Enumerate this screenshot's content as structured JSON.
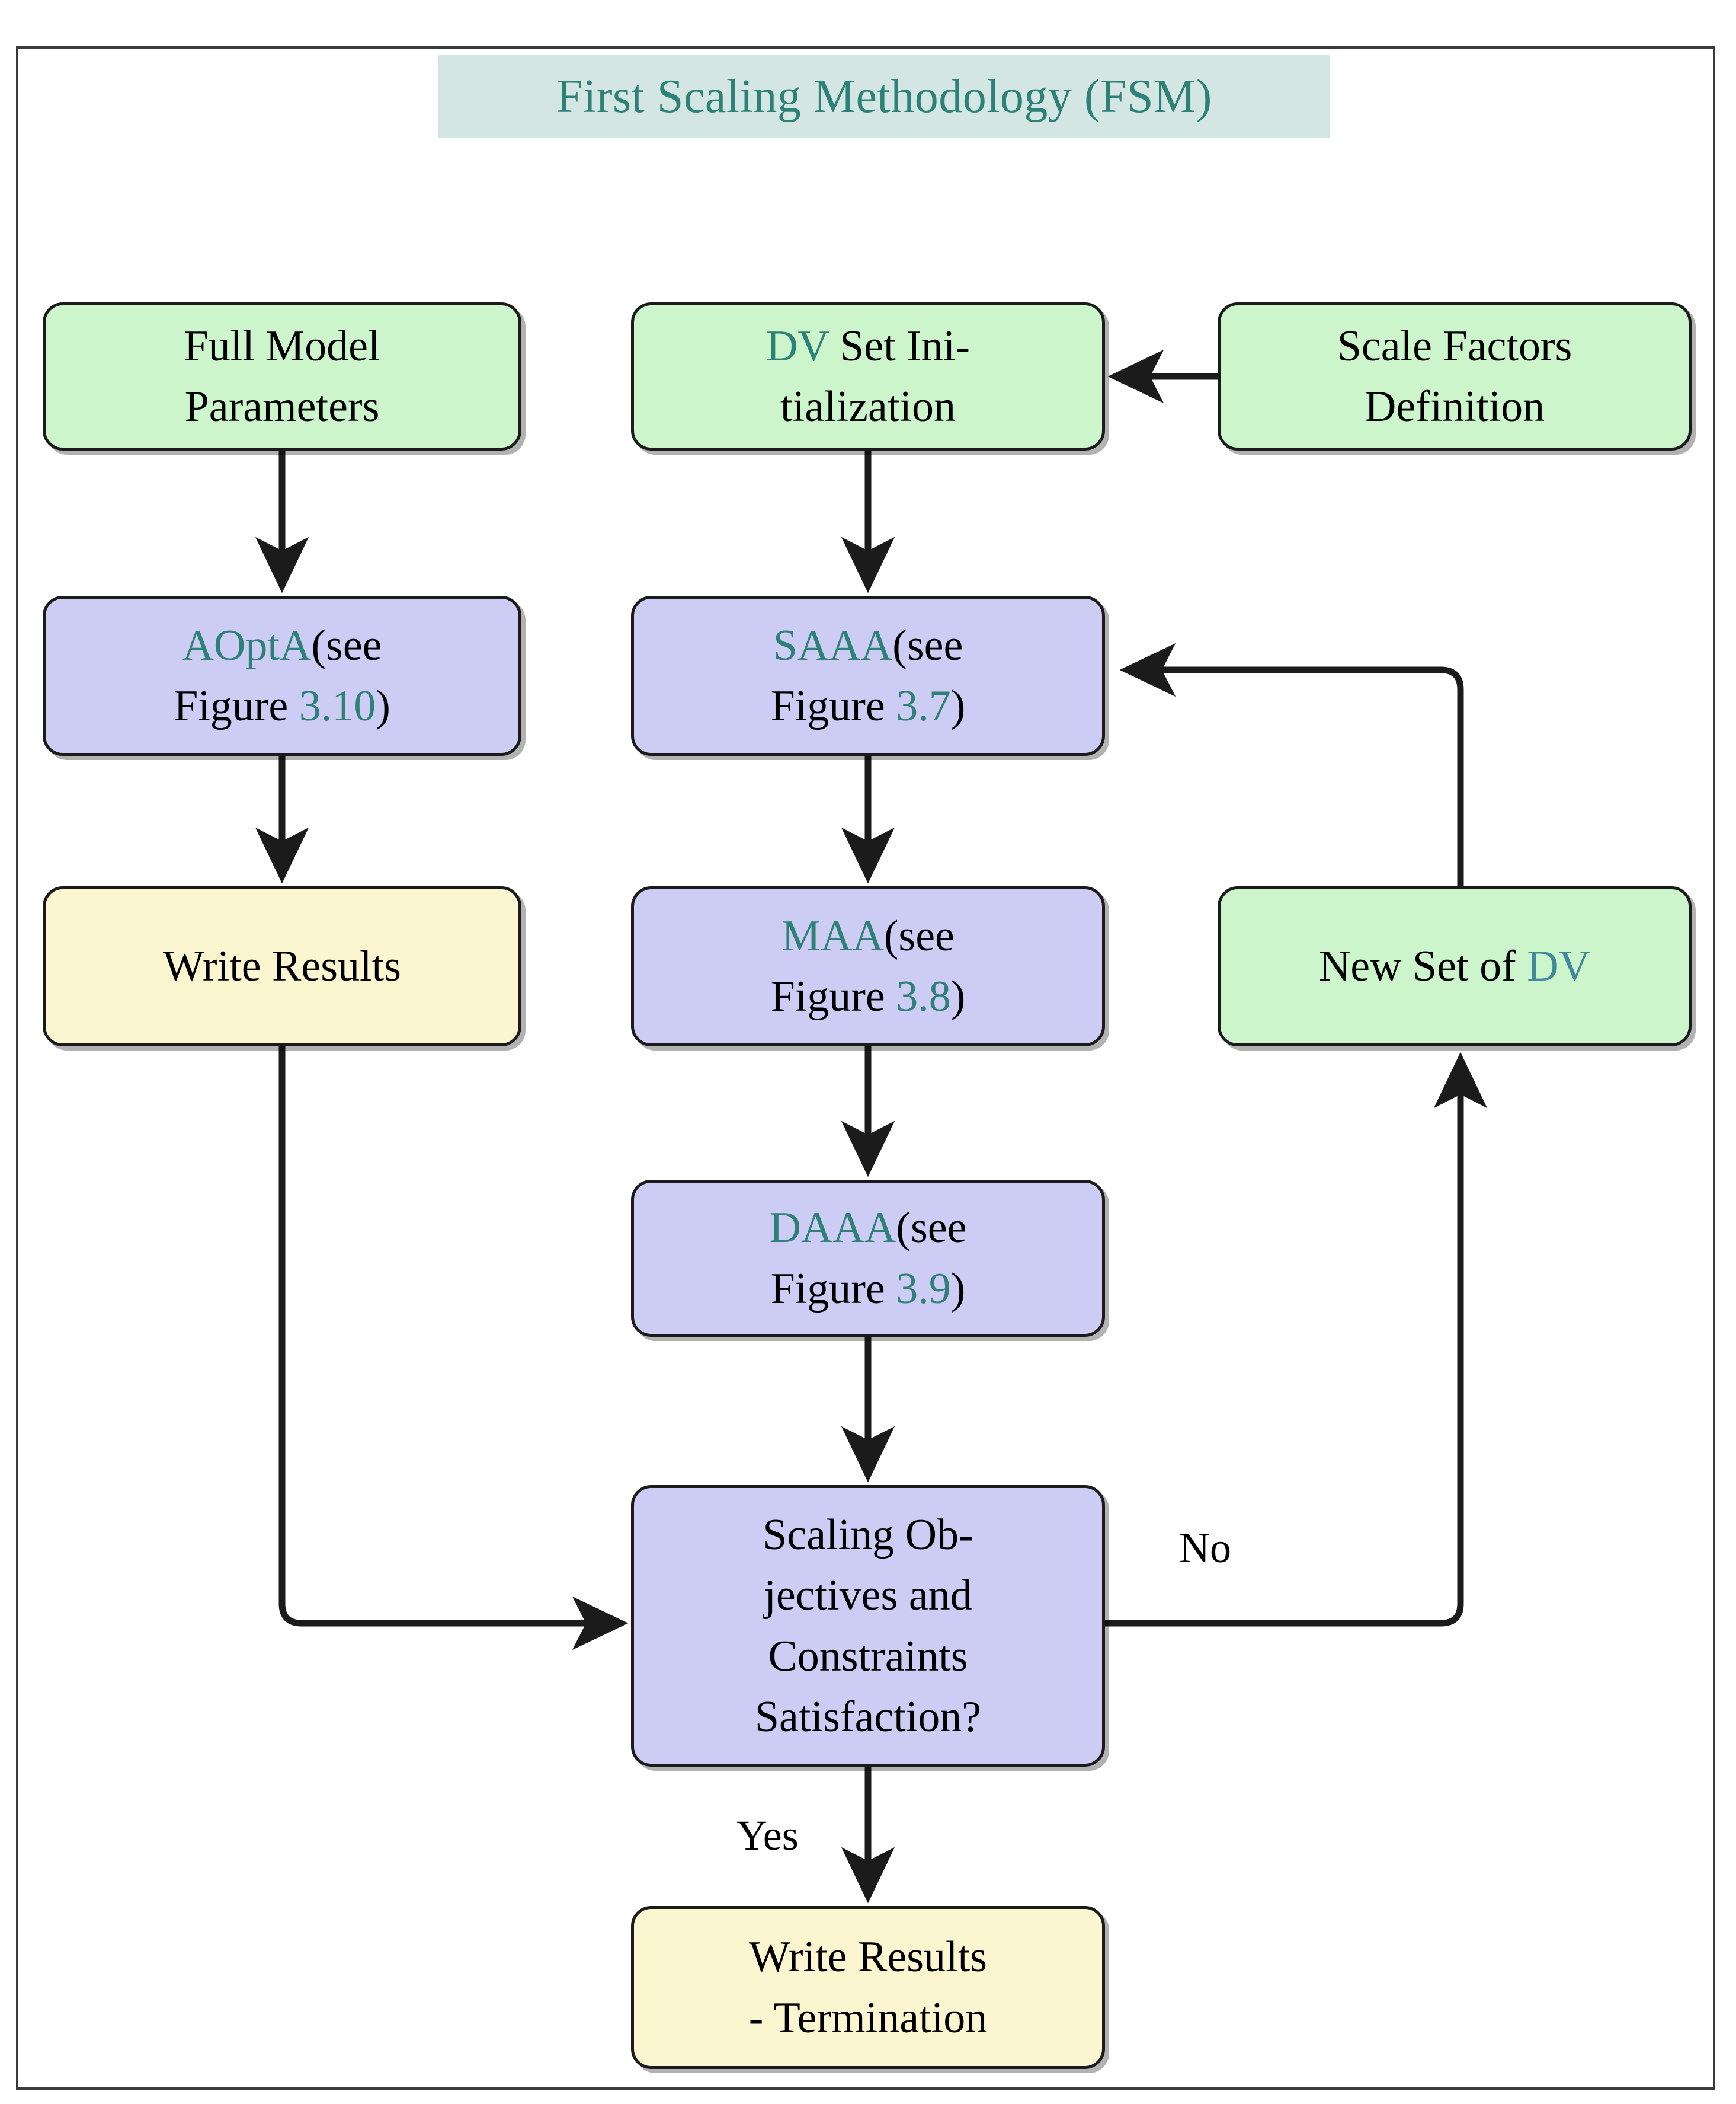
{
  "diagram": {
    "title": "First Scaling Methodology (FSM)",
    "type": "flowchart",
    "colors": {
      "accent_teal": "#2e8176",
      "accent_blue_teal": "#3f8a9c",
      "title_background": "#d3e6e4",
      "input_node": "#ccf5cc",
      "process_node": "#ccccf5",
      "output_node": "#fbf6d0",
      "stroke": "#1b1b1b"
    },
    "nodes": {
      "full_model_parameters": {
        "line1": "Full Model",
        "line2": "Parameters",
        "kind": "input"
      },
      "dv_set_initialization": {
        "line1_accent": "DV",
        "line1_rest": " Set Ini-",
        "line2": "tialization",
        "kind": "input"
      },
      "scale_factors_definition": {
        "line1": "Scale Factors",
        "line2": "Definition",
        "kind": "input"
      },
      "aopta": {
        "name": "AOptA",
        "see": "(see",
        "figure_word": "Figure ",
        "figure_num": "3.10",
        "close": ")",
        "kind": "process"
      },
      "saaa": {
        "name": "SAAA",
        "see": "(see",
        "figure_word": "Figure ",
        "figure_num": "3.7",
        "close": ")",
        "kind": "process"
      },
      "maa": {
        "name": "MAA",
        "see": "(see",
        "figure_word": "Figure ",
        "figure_num": "3.8",
        "close": ")",
        "kind": "process"
      },
      "daaa": {
        "name": "DAAA",
        "see": "(see",
        "figure_word": "Figure ",
        "figure_num": "3.9",
        "close": ")",
        "kind": "process"
      },
      "write_results": {
        "line1": "Write Results",
        "kind": "output"
      },
      "new_set_of_dv": {
        "line1_rest": "New Set of ",
        "line1_accent": "DV",
        "kind": "input"
      },
      "decision": {
        "line1": "Scaling Ob-",
        "line2": "jectives and",
        "line3": "Constraints",
        "line4": "Satisfaction?",
        "kind": "process"
      },
      "write_results_termination": {
        "line1": "Write Results",
        "line2": "- Termination",
        "kind": "output"
      }
    },
    "edge_labels": {
      "no": "No",
      "yes": "Yes"
    },
    "edges": [
      {
        "from": "scale_factors_definition",
        "to": "dv_set_initialization",
        "label": ""
      },
      {
        "from": "full_model_parameters",
        "to": "aopta",
        "label": ""
      },
      {
        "from": "dv_set_initialization",
        "to": "saaa",
        "label": ""
      },
      {
        "from": "aopta",
        "to": "write_results",
        "label": ""
      },
      {
        "from": "saaa",
        "to": "maa",
        "label": ""
      },
      {
        "from": "maa",
        "to": "daaa",
        "label": ""
      },
      {
        "from": "daaa",
        "to": "decision",
        "label": ""
      },
      {
        "from": "write_results",
        "to": "decision",
        "label": ""
      },
      {
        "from": "decision",
        "to": "new_set_of_dv",
        "label": "No"
      },
      {
        "from": "new_set_of_dv",
        "to": "saaa",
        "label": ""
      },
      {
        "from": "decision",
        "to": "write_results_termination",
        "label": "Yes"
      }
    ]
  }
}
